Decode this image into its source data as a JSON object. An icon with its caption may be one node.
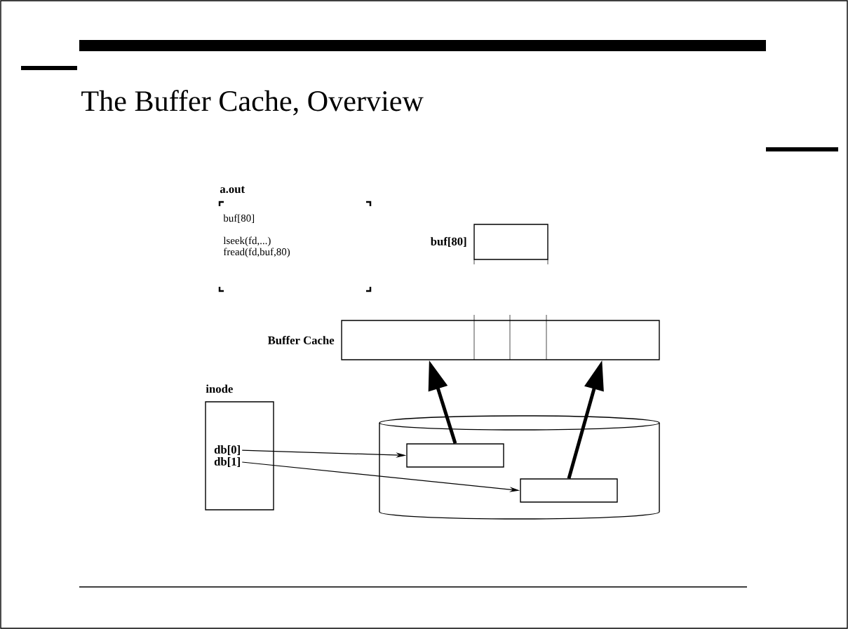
{
  "diagram": {
    "title": "The Buffer Cache, Overview",
    "nodes": [
      {
        "text": [
          "a.out",
          "buf[80]",
          "lseek(fd,...)",
          "fread(fd,buf,80)"
        ]
      },
      {
        "text": [],
        "shape": "box",
        "beside": [
          "buf[80]"
        ]
      },
      {
        "text": [],
        "shape": "box",
        "beside": [
          "Buffer Cache"
        ]
      },
      {
        "text": [
          "inode"
        ]
      },
      {
        "text": [
          "db[0]"
        ],
        "in": 3
      },
      {
        "text": [
          "db[1]"
        ],
        "in": 3
      },
      {
        "text": [],
        "shape": "cylinder"
      },
      {
        "text": [],
        "shape": "box",
        "in": 6
      },
      {
        "text": [],
        "shape": "box",
        "in": 6
      }
    ],
    "edges": [
      {
        "from": 4,
        "to": 7,
        "arrow": "to"
      },
      {
        "from": 5,
        "to": 8,
        "arrow": "to"
      },
      {
        "from": 7,
        "to": 2,
        "arrow": "to",
        "style": "thick"
      },
      {
        "from": 8,
        "to": 2,
        "arrow": "to",
        "style": "thick"
      }
    ]
  }
}
